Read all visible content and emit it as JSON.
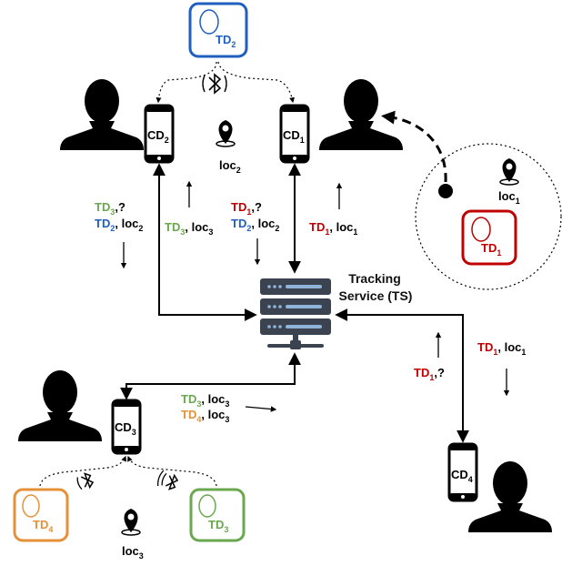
{
  "colors": {
    "td1": "#c00000",
    "td2": "#1f5fbf",
    "td3": "#6aa84f",
    "td4": "#e69138",
    "black": "#000000",
    "server_dark": "#3c4350",
    "server_blue": "#8fb3d9"
  },
  "icons": {
    "person": "person-silhouette-icon",
    "phone": "smartphone-icon",
    "server": "server-rack-icon",
    "pin": "location-pin-icon",
    "bluetooth": "bluetooth-signal-icon",
    "tag": "tracking-device-tag-icon"
  },
  "server": {
    "title_line1": "Tracking",
    "title_line2": "Service (TS)"
  },
  "phones": {
    "cd1": {
      "main": "CD",
      "sub": "1"
    },
    "cd2": {
      "main": "CD",
      "sub": "2"
    },
    "cd3": {
      "main": "CD",
      "sub": "3"
    },
    "cd4": {
      "main": "CD",
      "sub": "4"
    }
  },
  "tags": {
    "td1": {
      "main": "TD",
      "sub": "1"
    },
    "td2": {
      "main": "TD",
      "sub": "2"
    },
    "td3": {
      "main": "TD",
      "sub": "3"
    },
    "td4": {
      "main": "TD",
      "sub": "4"
    }
  },
  "locations": {
    "loc1": {
      "main": "loc",
      "sub": "1"
    },
    "loc2": {
      "main": "loc",
      "sub": "2"
    },
    "loc3": {
      "main": "loc",
      "sub": "3"
    }
  },
  "messages": {
    "td": "TD",
    "loc": "loc",
    "query": ",?",
    "sep": ", ",
    "n1": "1",
    "n2": "2",
    "n3": "3",
    "n4": "4"
  }
}
